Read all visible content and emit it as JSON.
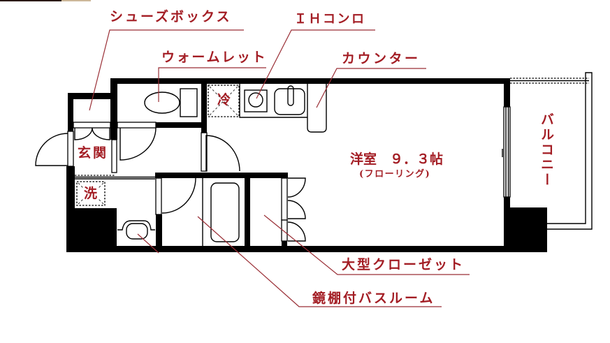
{
  "plan": {
    "labels": {
      "shoe_box": "シューズボックス",
      "ih_stove": "ＩＨコンロ",
      "warmlet": "ウォームレット",
      "counter": "カウンター",
      "western_room": "洋室　９．３帖",
      "flooring": "(フローリング)",
      "entrance": "玄関",
      "fridge": "冷",
      "washer": "洗",
      "balcony": "バルコニー",
      "closet": "大型クローゼット",
      "bathroom": "鏡棚付バスルーム"
    },
    "rooms": [
      {
        "name": "洋室",
        "area_jo": "9.3",
        "floor": "フローリング"
      },
      {
        "name": "玄関"
      },
      {
        "name": "バルコニー"
      }
    ],
    "colors": {
      "label": "#a31d24",
      "leader": "#9a2f36",
      "wall": "#000000",
      "background": "#ffffff"
    }
  }
}
